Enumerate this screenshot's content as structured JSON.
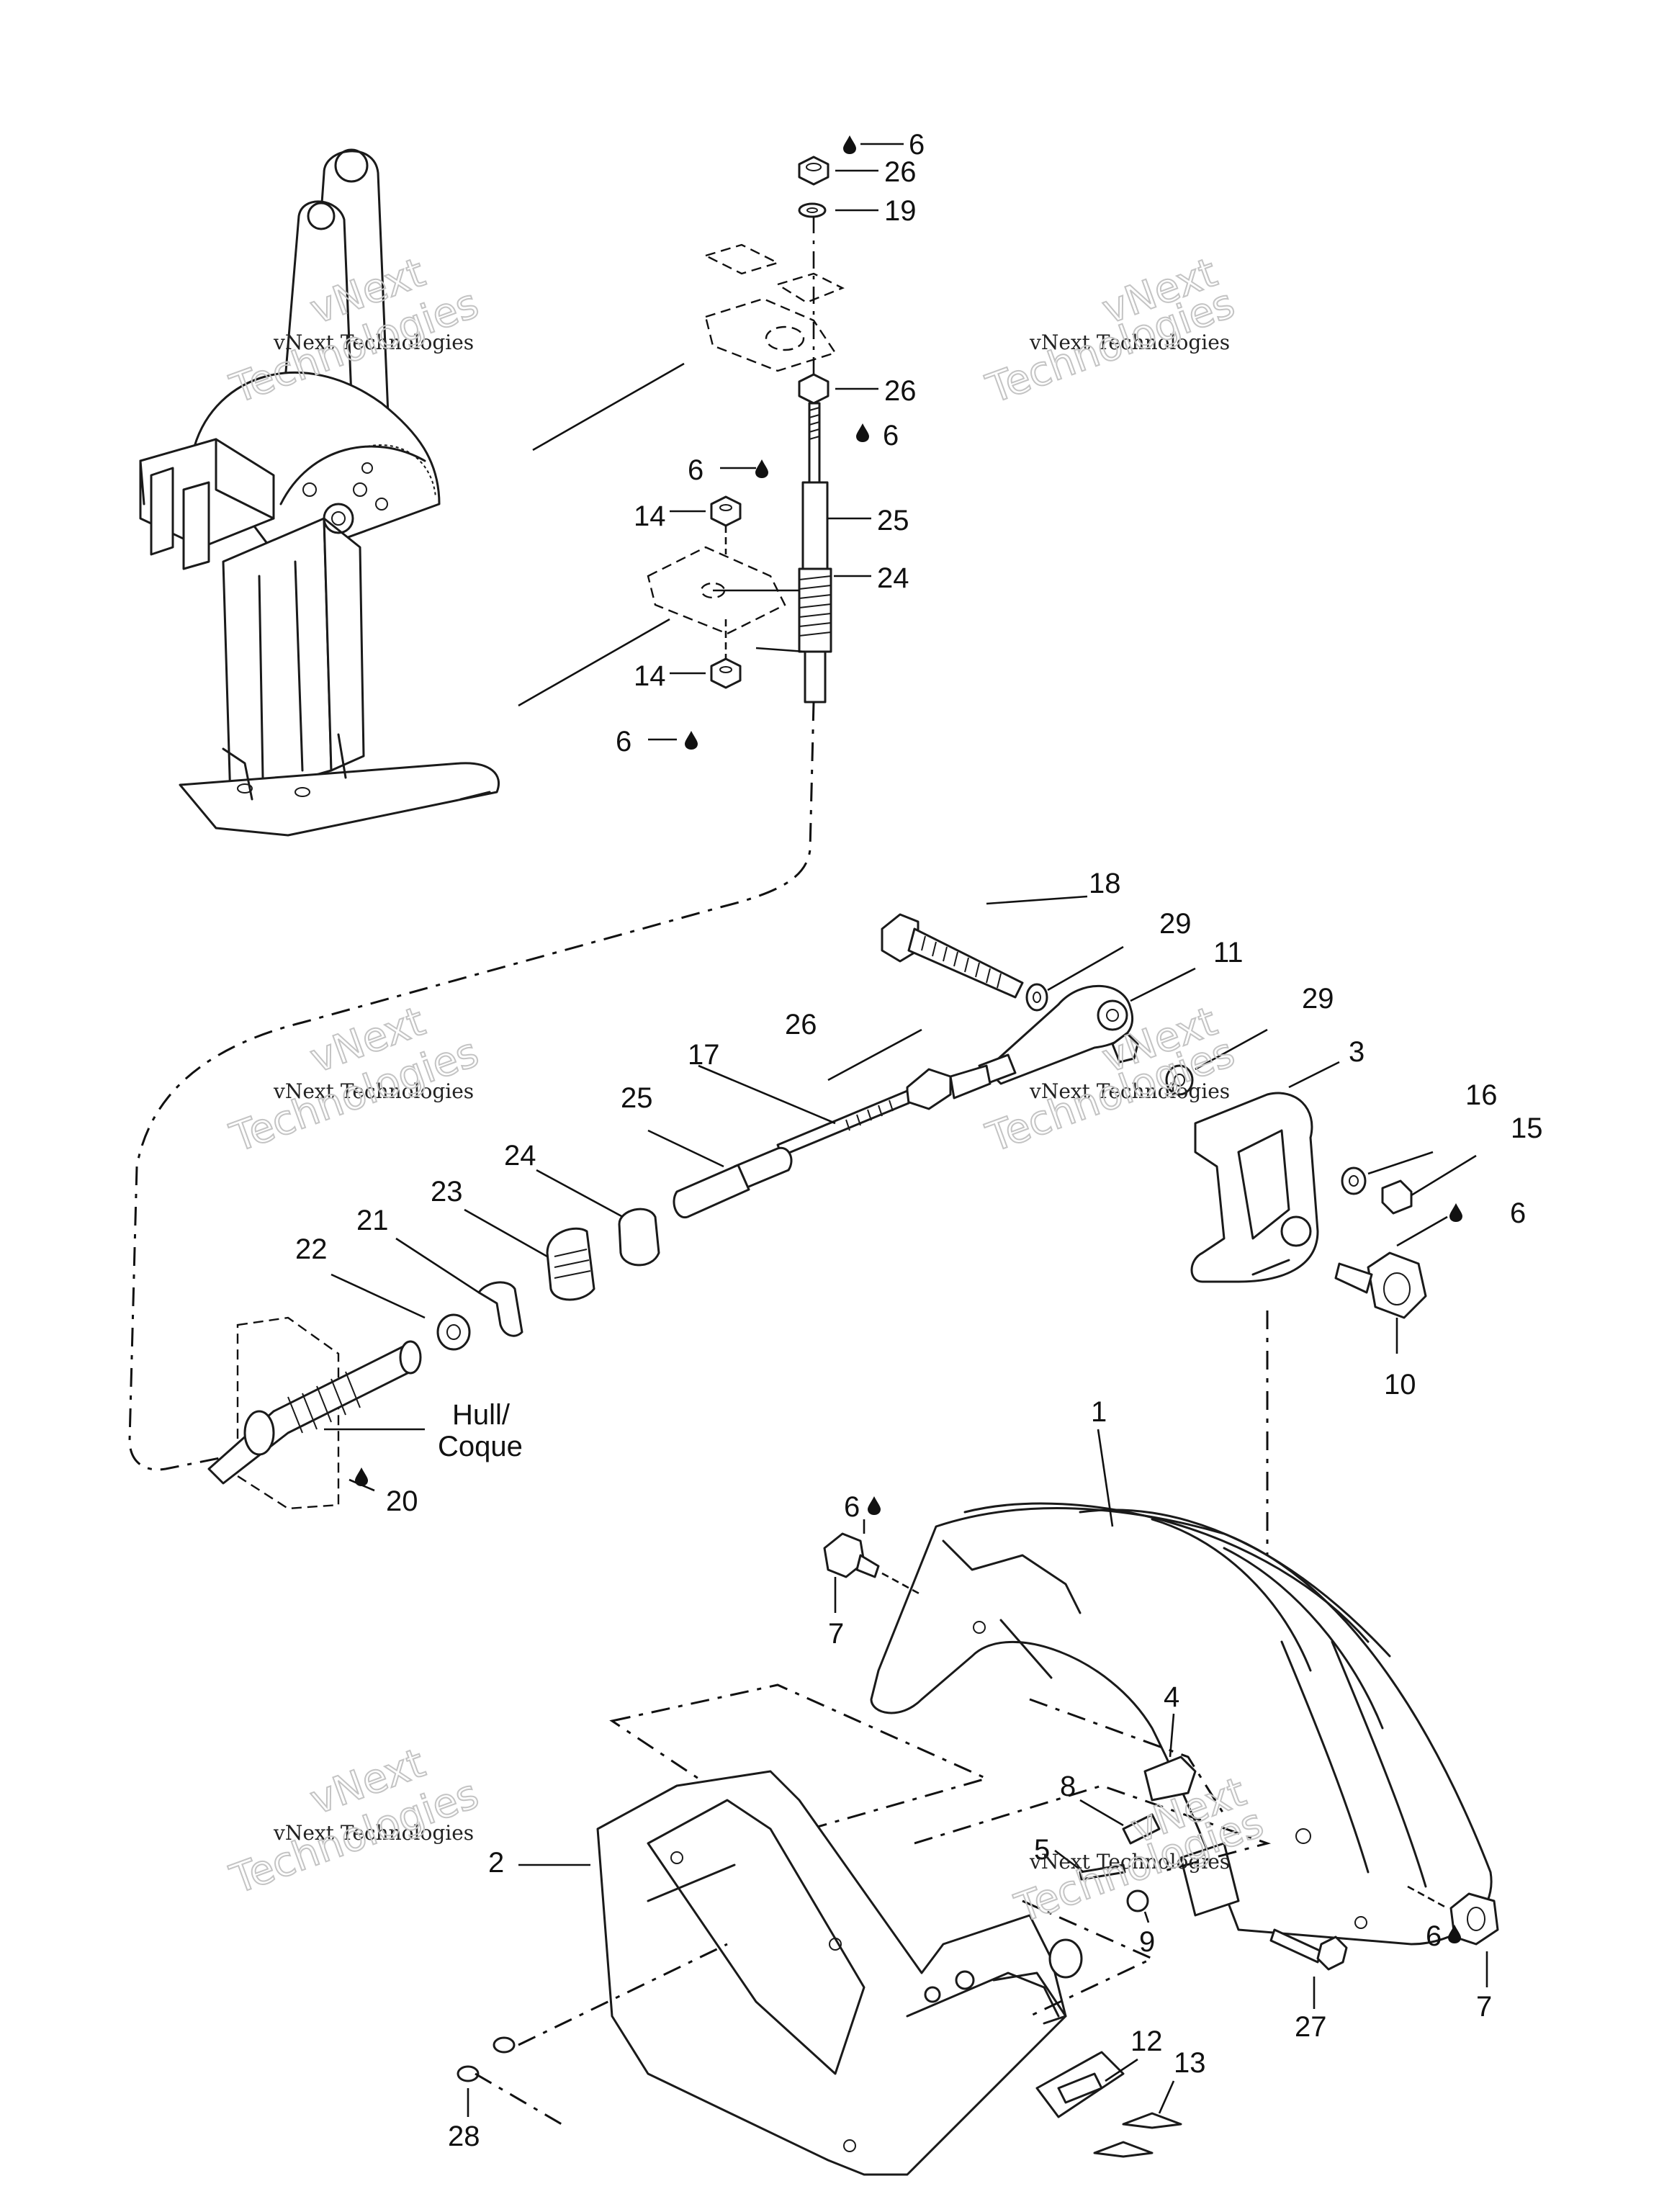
{
  "labels": {
    "l1": "1",
    "l2": "2",
    "l3": "3",
    "l4": "4",
    "l5": "5",
    "l6": "6",
    "l7": "7",
    "l8": "8",
    "l9": "9",
    "l10": "10",
    "l11": "11",
    "l12": "12",
    "l13": "13",
    "l14": "14",
    "l15": "15",
    "l16": "16",
    "l17": "17",
    "l18": "18",
    "l19": "19",
    "l20": "20",
    "l21": "21",
    "l22": "22",
    "l23": "23",
    "l24": "24",
    "l25": "25",
    "l26": "26",
    "l27": "27",
    "l28": "28",
    "l29": "29"
  },
  "callouts": {
    "hull": "Hull/",
    "coque": "Coque"
  },
  "watermark": {
    "line1": "vNext",
    "line2": "vNext Technologies",
    "line3": "Technologies"
  },
  "icons": {
    "lubricant": "oil-drop-icon"
  }
}
